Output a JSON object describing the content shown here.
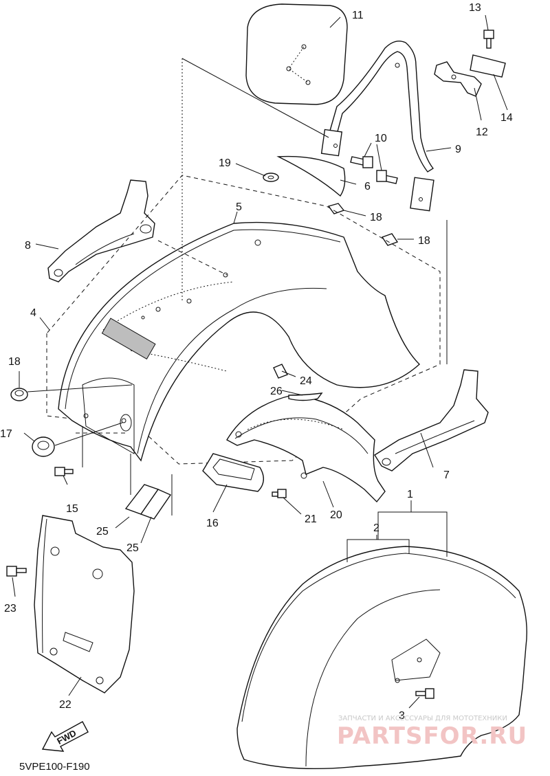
{
  "diagram_code": "5VPE100-F190",
  "forward_label": "FWD",
  "watermark": {
    "tagline": "ЗАПЧАСТИ И АКСЕССУАРЫ ДЛЯ МОТОТЕХНИКИ",
    "brand": "PARTSFOR.RU"
  },
  "callouts": [
    {
      "id": "c1",
      "label": "1"
    },
    {
      "id": "c2",
      "label": "2"
    },
    {
      "id": "c3",
      "label": "3"
    },
    {
      "id": "c4",
      "label": "4"
    },
    {
      "id": "c5",
      "label": "5"
    },
    {
      "id": "c6",
      "label": "6"
    },
    {
      "id": "c7",
      "label": "7"
    },
    {
      "id": "c8",
      "label": "8"
    },
    {
      "id": "c9",
      "label": "9"
    },
    {
      "id": "c10",
      "label": "10"
    },
    {
      "id": "c11",
      "label": "11"
    },
    {
      "id": "c12",
      "label": "12"
    },
    {
      "id": "c13",
      "label": "13"
    },
    {
      "id": "c14",
      "label": "14"
    },
    {
      "id": "c15",
      "label": "15"
    },
    {
      "id": "c16",
      "label": "16"
    },
    {
      "id": "c17",
      "label": "17"
    },
    {
      "id": "c18a",
      "label": "18"
    },
    {
      "id": "c18b",
      "label": "18"
    },
    {
      "id": "c18c",
      "label": "18"
    },
    {
      "id": "c19",
      "label": "19"
    },
    {
      "id": "c20",
      "label": "20"
    },
    {
      "id": "c21",
      "label": "21"
    },
    {
      "id": "c22",
      "label": "22"
    },
    {
      "id": "c23",
      "label": "23"
    },
    {
      "id": "c24",
      "label": "24"
    },
    {
      "id": "c25a",
      "label": "25"
    },
    {
      "id": "c25b",
      "label": "25"
    },
    {
      "id": "c26",
      "label": "26"
    }
  ]
}
